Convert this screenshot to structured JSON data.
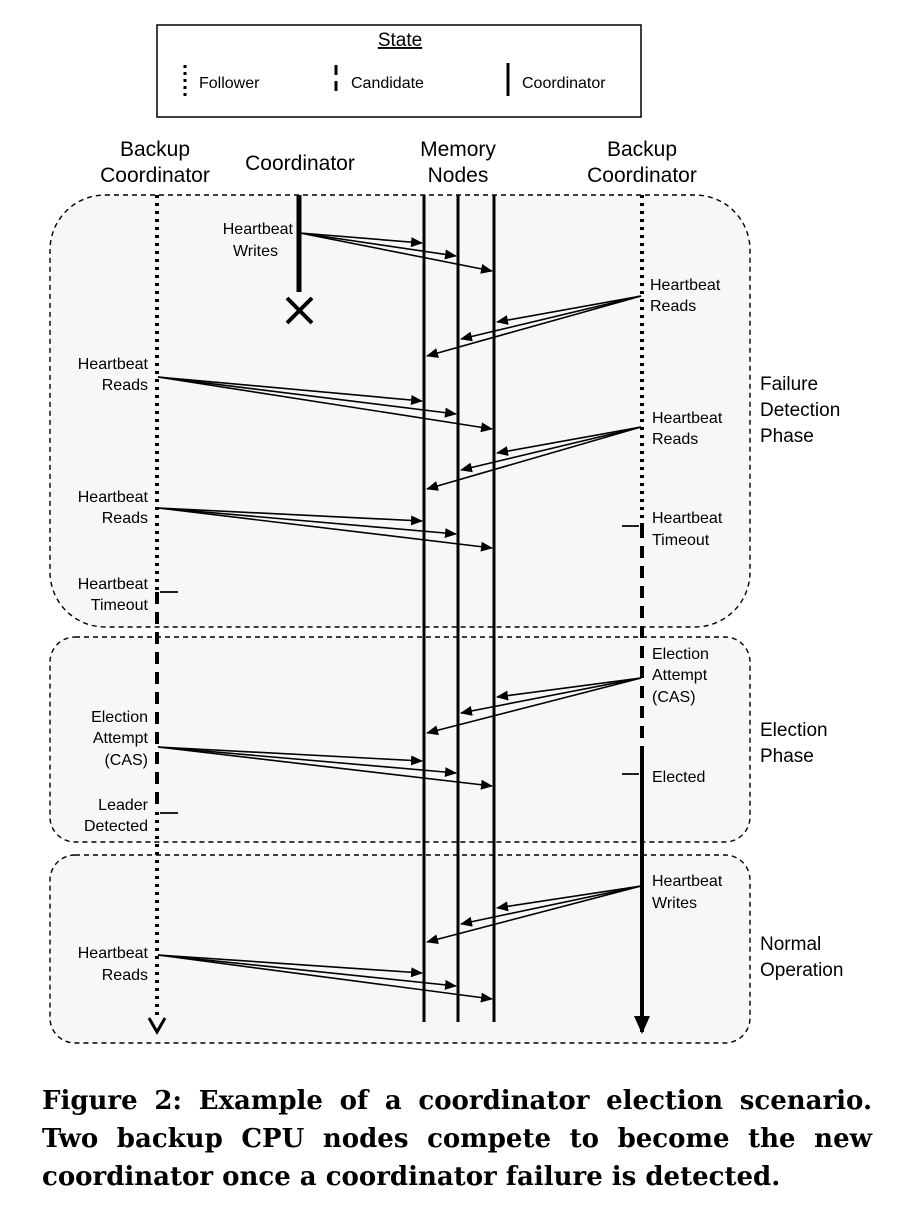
{
  "legend": {
    "title": "State",
    "items": [
      {
        "key": "follower",
        "label": "Follower",
        "style": "dotted"
      },
      {
        "key": "candidate",
        "label": "Candidate",
        "style": "dashed"
      },
      {
        "key": "coordinator",
        "label": "Coordinator",
        "style": "solid"
      }
    ]
  },
  "columns": {
    "left_backup": [
      "Backup",
      "Coordinator"
    ],
    "coordinator": [
      "Coordinator"
    ],
    "memory_nodes": [
      "Memory",
      "Nodes"
    ],
    "right_backup": [
      "Backup",
      "Coordinator"
    ]
  },
  "phases": [
    {
      "name": "failure_detection",
      "label": [
        "Failure",
        "Detection",
        "Phase"
      ]
    },
    {
      "name": "election",
      "label": [
        "Election",
        "Phase"
      ]
    },
    {
      "name": "normal_operation",
      "label": [
        "Normal",
        "Operation"
      ]
    }
  ],
  "events": {
    "coord_writes": [
      "Heartbeat",
      "Writes"
    ],
    "right_reads_1": [
      "Heartbeat",
      "Reads"
    ],
    "left_reads_1": [
      "Heartbeat",
      "Reads"
    ],
    "right_reads_2": [
      "Heartbeat",
      "Reads"
    ],
    "left_reads_2": [
      "Heartbeat",
      "Reads"
    ],
    "right_timeout": [
      "Heartbeat",
      "Timeout"
    ],
    "left_timeout": [
      "Heartbeat",
      "Timeout"
    ],
    "right_election": [
      "Election",
      "Attempt",
      "(CAS)"
    ],
    "left_election": [
      "Election",
      "Attempt",
      "(CAS)"
    ],
    "right_elected": [
      "Elected"
    ],
    "left_leader_detected": [
      "Leader",
      "Detected"
    ],
    "right_writes": [
      "Heartbeat",
      "Writes"
    ],
    "left_reads_3": [
      "Heartbeat",
      "Reads"
    ]
  },
  "failure_marker": "coordinator-failure-x",
  "caption": "Figure 2: Example of a coordinator election scenario. Two backup CPU nodes compete to become the new coordinator once a coordinator failure is detected.",
  "colors": {
    "line": "#000000",
    "phase_fill": "#f7f7f7",
    "background": "#ffffff"
  }
}
